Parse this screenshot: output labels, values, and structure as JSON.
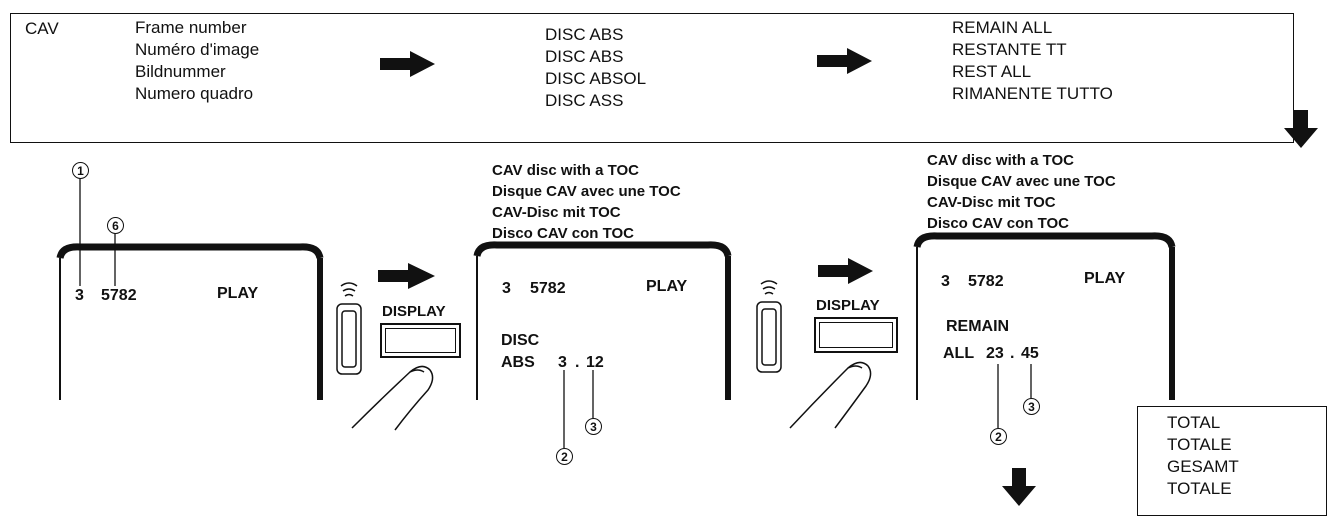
{
  "top_panel": {
    "mode": "CAV",
    "frame_number": [
      "Frame number",
      "Numéro d'image",
      "Bildnummer",
      "Numero quadro"
    ],
    "disc_abs": [
      "DISC ABS",
      "DISC ABS",
      "DISC ABSOL",
      "DISC ASS"
    ],
    "remain_all": [
      "REMAIN ALL",
      "RESTANTE TT",
      "REST ALL",
      "RIMANENTE TUTTO"
    ]
  },
  "screen1": {
    "chapter": "3",
    "frame": "5782",
    "status": "PLAY"
  },
  "screen2": {
    "caption": [
      "CAV disc with a TOC",
      "Disque CAV avec une TOC",
      "CAV-Disc mit TOC",
      "Disco CAV con TOC"
    ],
    "chapter": "3",
    "frame": "5782",
    "status": "PLAY",
    "label1": "DISC",
    "label2": "ABS",
    "min": "3",
    "sep": ".",
    "sec": "12"
  },
  "screen3": {
    "caption": [
      "CAV disc with a TOC",
      "Disque CAV avec une TOC",
      "CAV-Disc mit TOC",
      "Disco CAV con TOC"
    ],
    "chapter": "3",
    "frame": "5782",
    "status": "PLAY",
    "label1": "REMAIN",
    "label2": "ALL",
    "min": "23",
    "sep": ".",
    "sec": "45"
  },
  "display_button_label": "DISPLAY",
  "callouts": {
    "one": "1",
    "two": "2",
    "three": "3",
    "six": "6"
  },
  "total_box": [
    "TOTAL",
    "TOTALE",
    "GESAMT",
    "TOTALE"
  ]
}
